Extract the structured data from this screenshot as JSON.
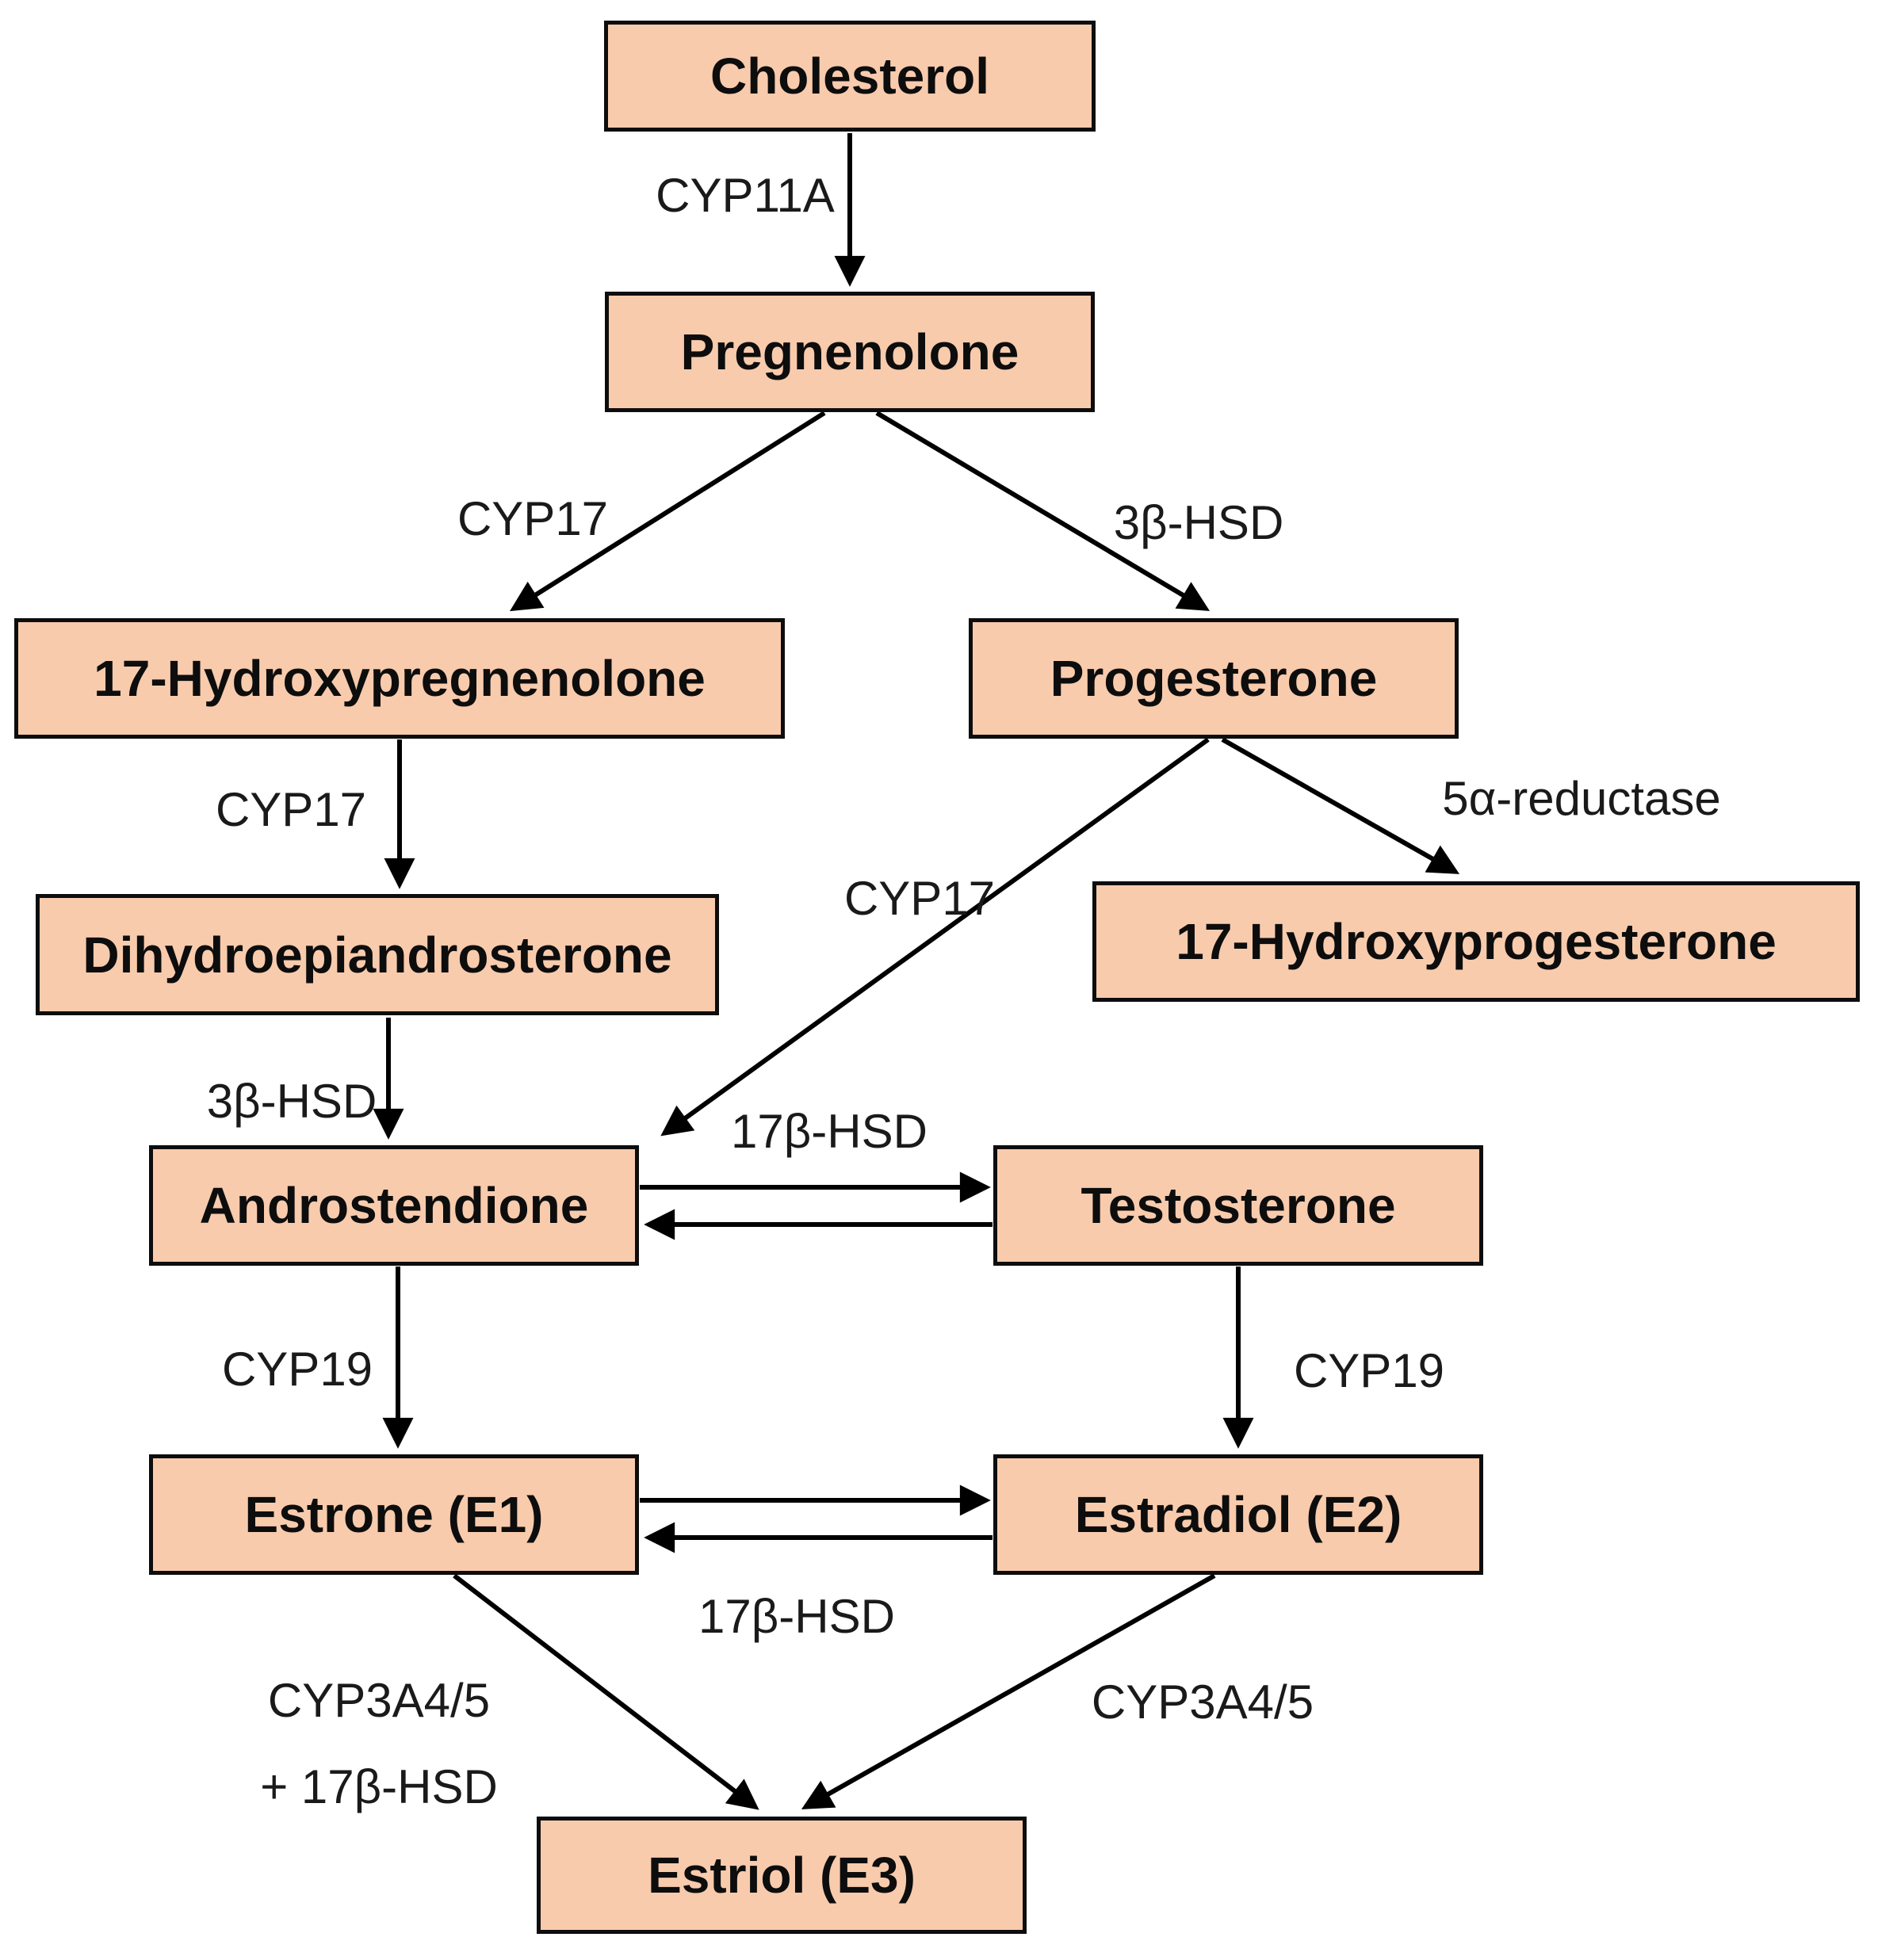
{
  "diagram": {
    "description": "Steroid hormone synthesis pathway flowchart",
    "colors": {
      "node_fill": "#f8cbad",
      "node_border": "#0d0d0d",
      "arrow": "#000000",
      "text": "#1a1a1a",
      "background": "#ffffff"
    },
    "nodes": {
      "cholesterol": {
        "label": "Cholesterol"
      },
      "pregnenolone": {
        "label": "Pregnenolone"
      },
      "hydroxypregnenolone17": {
        "label": "17-Hydroxypregnenolone"
      },
      "progesterone": {
        "label": "Progesterone"
      },
      "dihydroepiandrosterone": {
        "label": "Dihydroepiandrosterone"
      },
      "hydroxyprogesterone17": {
        "label": "17-Hydroxyprogesterone"
      },
      "androstendione": {
        "label": "Androstendione"
      },
      "testosterone": {
        "label": "Testosterone"
      },
      "estrone": {
        "label": "Estrone (E1)"
      },
      "estradiol": {
        "label": "Estradiol (E2)"
      },
      "estriol": {
        "label": "Estriol (E3)"
      }
    },
    "enzyme_labels": {
      "cyp11a": "CYP11A",
      "cyp17_pregnenolone_branch": "CYP17",
      "hsd3b_pregnenolone_branch": "3β-HSD",
      "cyp17_hydroxypregnenolone": "CYP17",
      "reductase_5a": "5α-reductase",
      "cyp17_progesterone": "CYP17",
      "hsd3b_dhea": "3β-HSD",
      "hsd17b_top": "17β-HSD",
      "cyp19_left": "CYP19",
      "cyp19_right": "CYP19",
      "hsd17b_bottom": "17β-HSD",
      "cyp3a45_line1": "CYP3A4/5",
      "cyp3a45_line2": "+ 17β-HSD",
      "cyp3a45_right": "CYP3A4/5"
    },
    "edges": [
      {
        "from": "Cholesterol",
        "to": "Pregnenolone",
        "enzyme": "CYP11A",
        "bidirectional": false
      },
      {
        "from": "Pregnenolone",
        "to": "17-Hydroxypregnenolone",
        "enzyme": "CYP17",
        "bidirectional": false
      },
      {
        "from": "Pregnenolone",
        "to": "Progesterone",
        "enzyme": "3β-HSD",
        "bidirectional": false
      },
      {
        "from": "17-Hydroxypregnenolone",
        "to": "Dihydroepiandrosterone",
        "enzyme": "CYP17",
        "bidirectional": false
      },
      {
        "from": "Progesterone",
        "to": "17-Hydroxyprogesterone",
        "enzyme": "5α-reductase",
        "bidirectional": false
      },
      {
        "from": "Progesterone",
        "to": "Androstendione",
        "enzyme": "CYP17",
        "bidirectional": false
      },
      {
        "from": "Dihydroepiandrosterone",
        "to": "Androstendione",
        "enzyme": "3β-HSD",
        "bidirectional": false
      },
      {
        "from": "Androstendione",
        "to": "Testosterone",
        "enzyme": "17β-HSD",
        "bidirectional": true
      },
      {
        "from": "Androstendione",
        "to": "Estrone (E1)",
        "enzyme": "CYP19",
        "bidirectional": false
      },
      {
        "from": "Testosterone",
        "to": "Estradiol (E2)",
        "enzyme": "CYP19",
        "bidirectional": false
      },
      {
        "from": "Estrone (E1)",
        "to": "Estradiol (E2)",
        "enzyme": "17β-HSD",
        "bidirectional": true
      },
      {
        "from": "Estrone (E1)",
        "to": "Estriol (E3)",
        "enzyme": "CYP3A4/5 + 17β-HSD",
        "bidirectional": false
      },
      {
        "from": "Estradiol (E2)",
        "to": "Estriol (E3)",
        "enzyme": "CYP3A4/5",
        "bidirectional": false
      }
    ]
  }
}
